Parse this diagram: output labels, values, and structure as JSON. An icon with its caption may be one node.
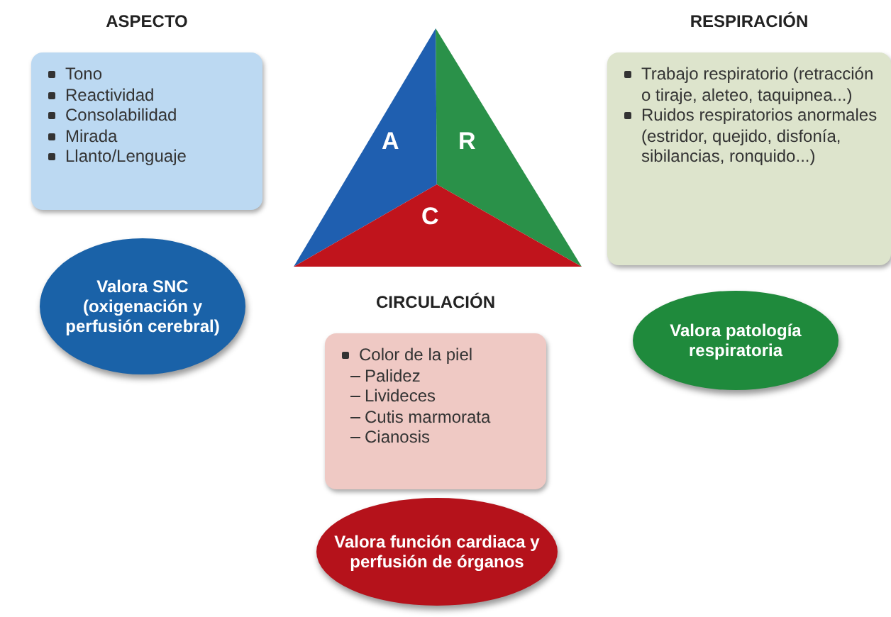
{
  "diagram": {
    "nodes": [
      {
        "text": [
          "ASPECTO",
          "Tono",
          "Reactividad",
          "Consolabilidad",
          "Mirada",
          "Llanto/Lenguaje"
        ]
      },
      {
        "text": [
          "Valora SNC (oxigenación y perfusión cerebral)"
        ]
      },
      {
        "text": [
          "A"
        ]
      },
      {
        "text": [
          "R"
        ]
      },
      {
        "text": [
          "C"
        ]
      },
      {
        "text": [
          "RESPIRACIÓN",
          "Trabajo respiratorio (retracción o tiraje, aleteo, taquipnea...)",
          "Ruidos respiratorios anormales (estridor, quejido, disfonía, sibilancias, ronquido...)"
        ]
      },
      {
        "text": [
          "Valora patología respiratoria"
        ]
      },
      {
        "text": [
          "CIRCULACIÓN",
          "Color de la piel",
          "Palidez",
          "Livideces",
          "Cutis marmorata",
          "Cianosis"
        ]
      },
      {
        "text": [
          "Valora función cardiaca y perfusión de órganos"
        ]
      }
    ],
    "edges": []
  }
}
